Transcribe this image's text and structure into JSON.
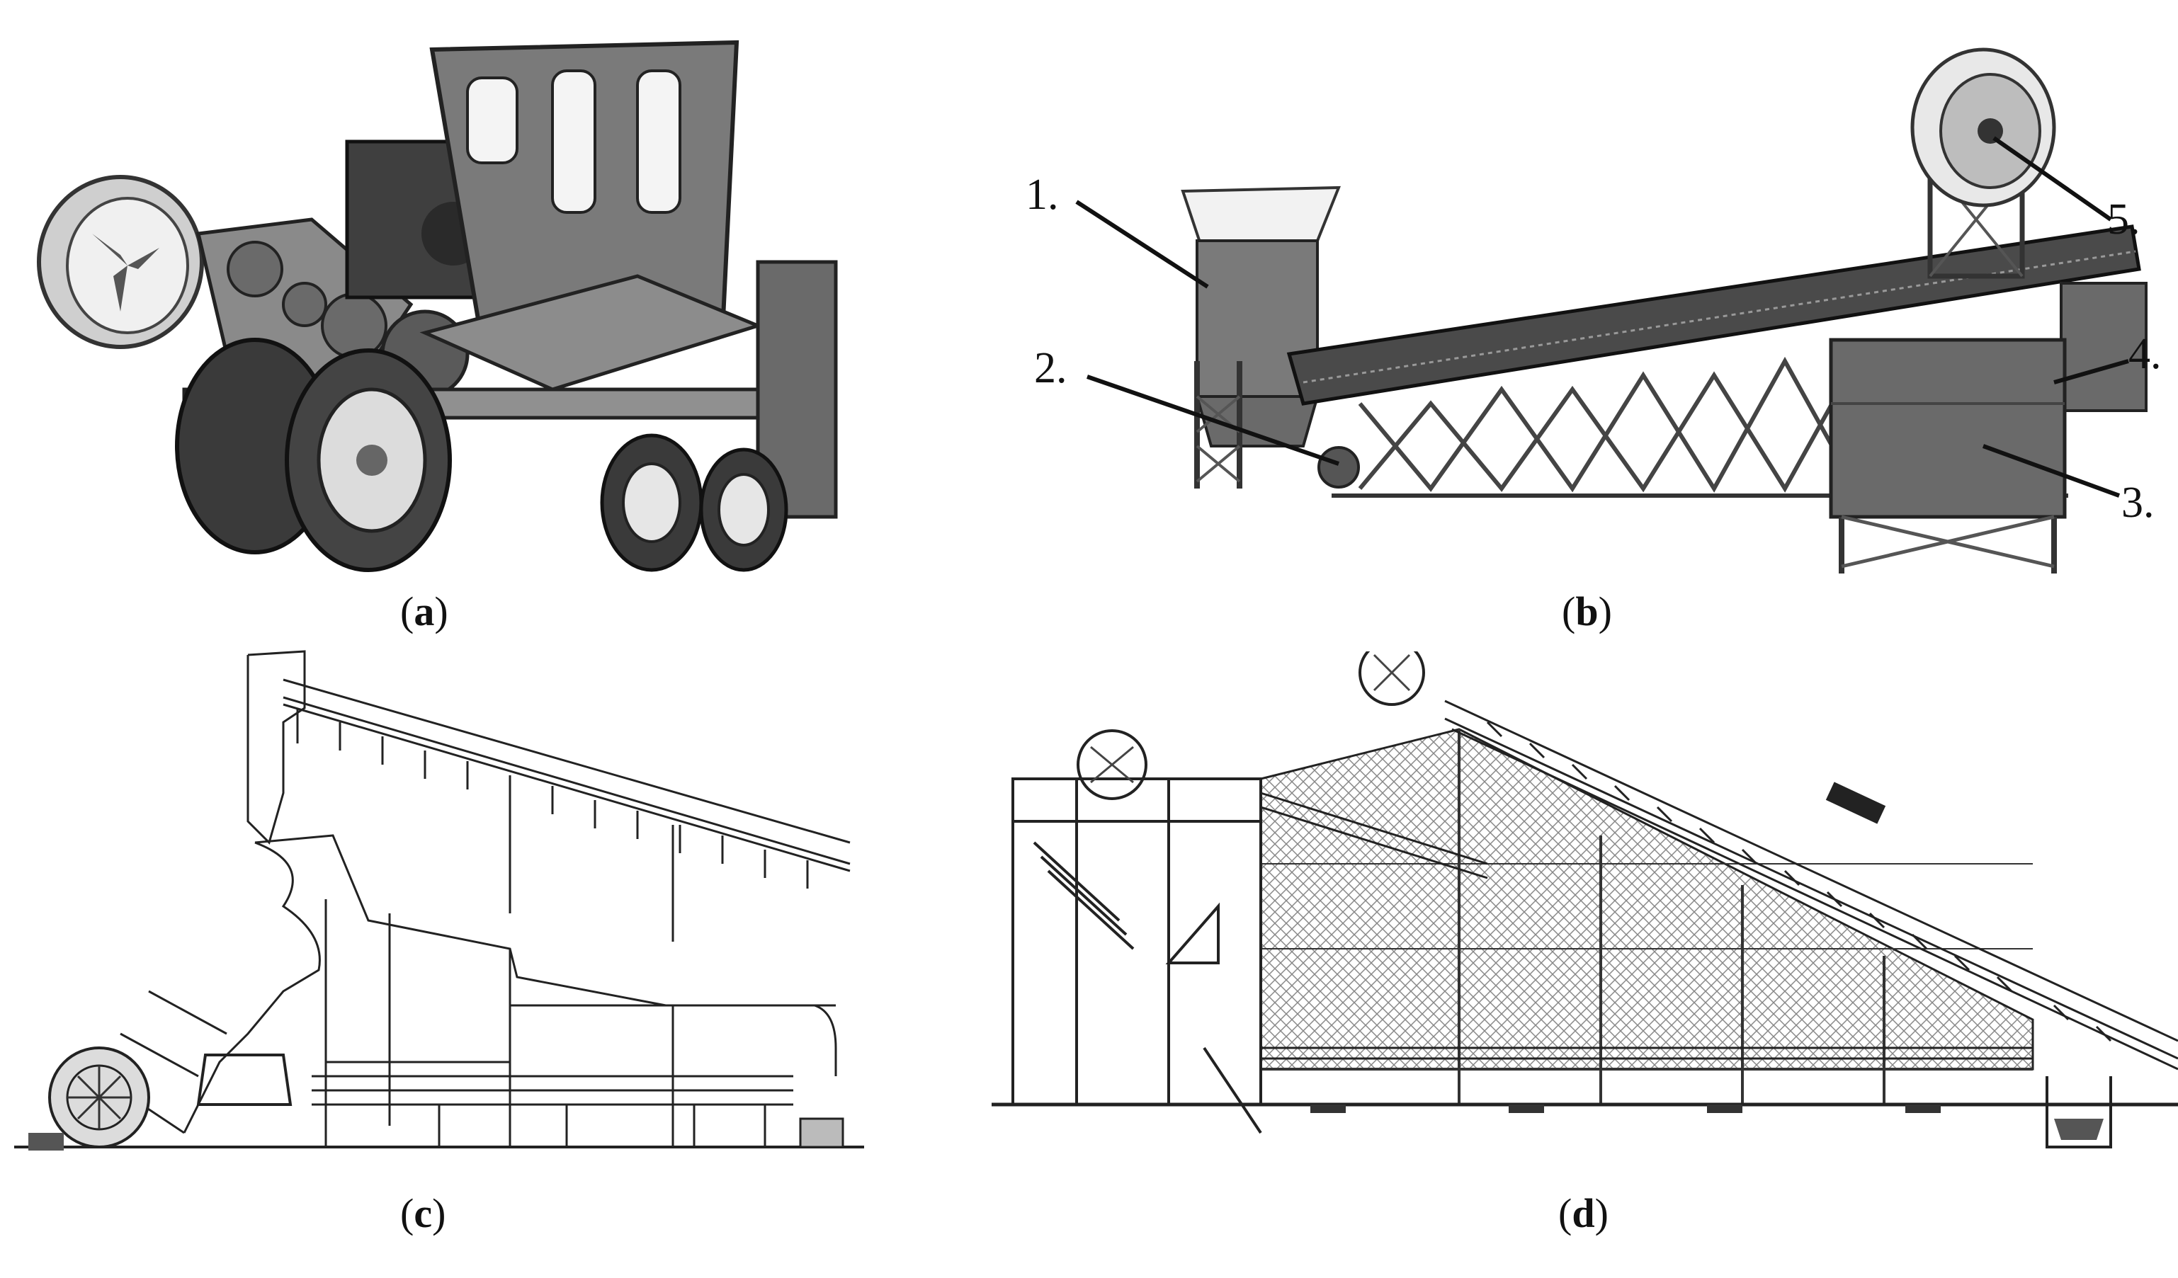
{
  "figure": {
    "panels": [
      {
        "id": "a",
        "caption_open": "(",
        "caption_letter": "a",
        "caption_close": ")"
      },
      {
        "id": "b",
        "caption_open": "(",
        "caption_letter": "b",
        "caption_close": ")"
      },
      {
        "id": "c",
        "caption_open": "(",
        "caption_letter": "c",
        "caption_close": ")"
      },
      {
        "id": "d",
        "caption_open": "(",
        "caption_letter": "d",
        "caption_close": ")"
      }
    ],
    "callouts_b": [
      "1.",
      "2.",
      "3.",
      "4.",
      "5."
    ],
    "colors": {
      "machine_gray": "#6e6e6e",
      "dark_gray": "#3c3c3c",
      "line": "#222222",
      "mesh": "#888888"
    }
  }
}
